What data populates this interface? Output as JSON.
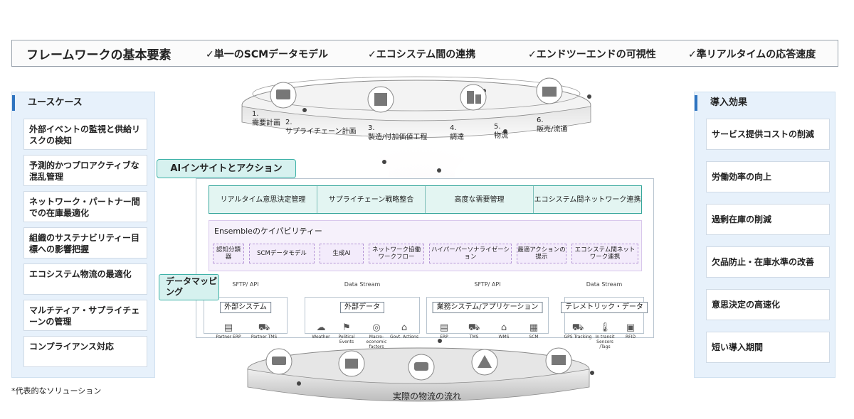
{
  "header": {
    "title": "フレームワークの基本要素",
    "features": [
      "✓単一のSCMデータモデル",
      "✓エコシステム間の連携",
      "✓エンドツーエンドの可視性",
      "✓準リアルタイムの応答速度"
    ]
  },
  "use_cases": {
    "title": "ユースケース",
    "items": [
      "外部イベントの監視と供給リスクの検知",
      "予測的かつプロアクティブな混乱管理",
      "ネットワーク・パートナー間での在庫最適化",
      "組織のサステナビリティー目標への影響把握",
      "エコシステム物流の最適化",
      "マルチティア・サプライチェーンの管理",
      "コンプライアンス対応"
    ]
  },
  "benefits": {
    "title": "導入効果",
    "items": [
      "サービス提供コストの削減",
      "労働効率の向上",
      "過剰在庫の削減",
      "欠品防止・在庫水準の改善",
      "意思決定の高速化",
      "短い導入期間"
    ]
  },
  "footnote": "*代表的なソリューション",
  "steps": [
    {
      "num": "1.",
      "label": "需要計画",
      "icon": "planning-icon"
    },
    {
      "num": "2.",
      "label": "サプライチェーン計画",
      "icon": "supply-chain-icon"
    },
    {
      "num": "3.",
      "label": "製造/付加価値工程",
      "icon": "factory-icon"
    },
    {
      "num": "4.",
      "label": "調達",
      "icon": "procurement-icon"
    },
    {
      "num": "5.",
      "label": "物流",
      "icon": "logistics-icon"
    },
    {
      "num": "6.",
      "label": "販売/流通",
      "icon": "store-icon"
    }
  ],
  "ai": {
    "tab": "AIインサイトとアクション",
    "insights": [
      "リアルタイム意思決定管理",
      "サプライチェーン戦略整合",
      "高度な需要管理",
      "エコシステム間ネットワーク連携"
    ],
    "capabilities_title": "Ensembleのケイパビリティー",
    "capabilities": [
      "認知分類器",
      "SCMデータモデル",
      "生成AI",
      "ネットワーク協働ワークフロー",
      "ハイパーパーソナライゼーション",
      "最適アクションの提示",
      "エコシステム間ネットワーク連携"
    ]
  },
  "mapping": {
    "tab": "データマッピング",
    "groups": [
      {
        "protocol": "SFTP/ API",
        "label": "外部システム",
        "items": [
          {
            "name": "Partner ERP",
            "icon": "erp-icon"
          },
          {
            "name": "Partner TMS",
            "icon": "truck-icon"
          }
        ]
      },
      {
        "protocol": "Data Stream",
        "label": "外部データ",
        "items": [
          {
            "name": "Weather",
            "icon": "cloud-icon"
          },
          {
            "name": "Political Events",
            "icon": "politics-icon"
          },
          {
            "name": "Macro-economic factors",
            "icon": "economy-icon"
          },
          {
            "name": "Govt. Actions",
            "icon": "government-icon"
          }
        ]
      },
      {
        "protocol": "SFTP/ API",
        "label": "業務システム/アプリケーション",
        "items": [
          {
            "name": "ERP",
            "icon": "erp-icon"
          },
          {
            "name": "TMS",
            "icon": "truck-icon"
          },
          {
            "name": "WMS",
            "icon": "warehouse-icon"
          },
          {
            "name": "SCM",
            "icon": "scm-icon"
          }
        ]
      },
      {
        "protocol": "Data Stream",
        "label": "テレメトリック・データ",
        "items": [
          {
            "name": "GPS Tracking",
            "icon": "gps-icon"
          },
          {
            "name": "In transit Sensors /Tags",
            "icon": "sensor-icon"
          },
          {
            "name": "RFID",
            "icon": "rfid-icon"
          }
        ]
      }
    ]
  },
  "bottom_label": "実際の物流の流れ",
  "colors": {
    "accent": "#2f74c0",
    "teal": "#3fb2a8",
    "panel": "#e7f1fb",
    "purple": "#b596d6"
  }
}
